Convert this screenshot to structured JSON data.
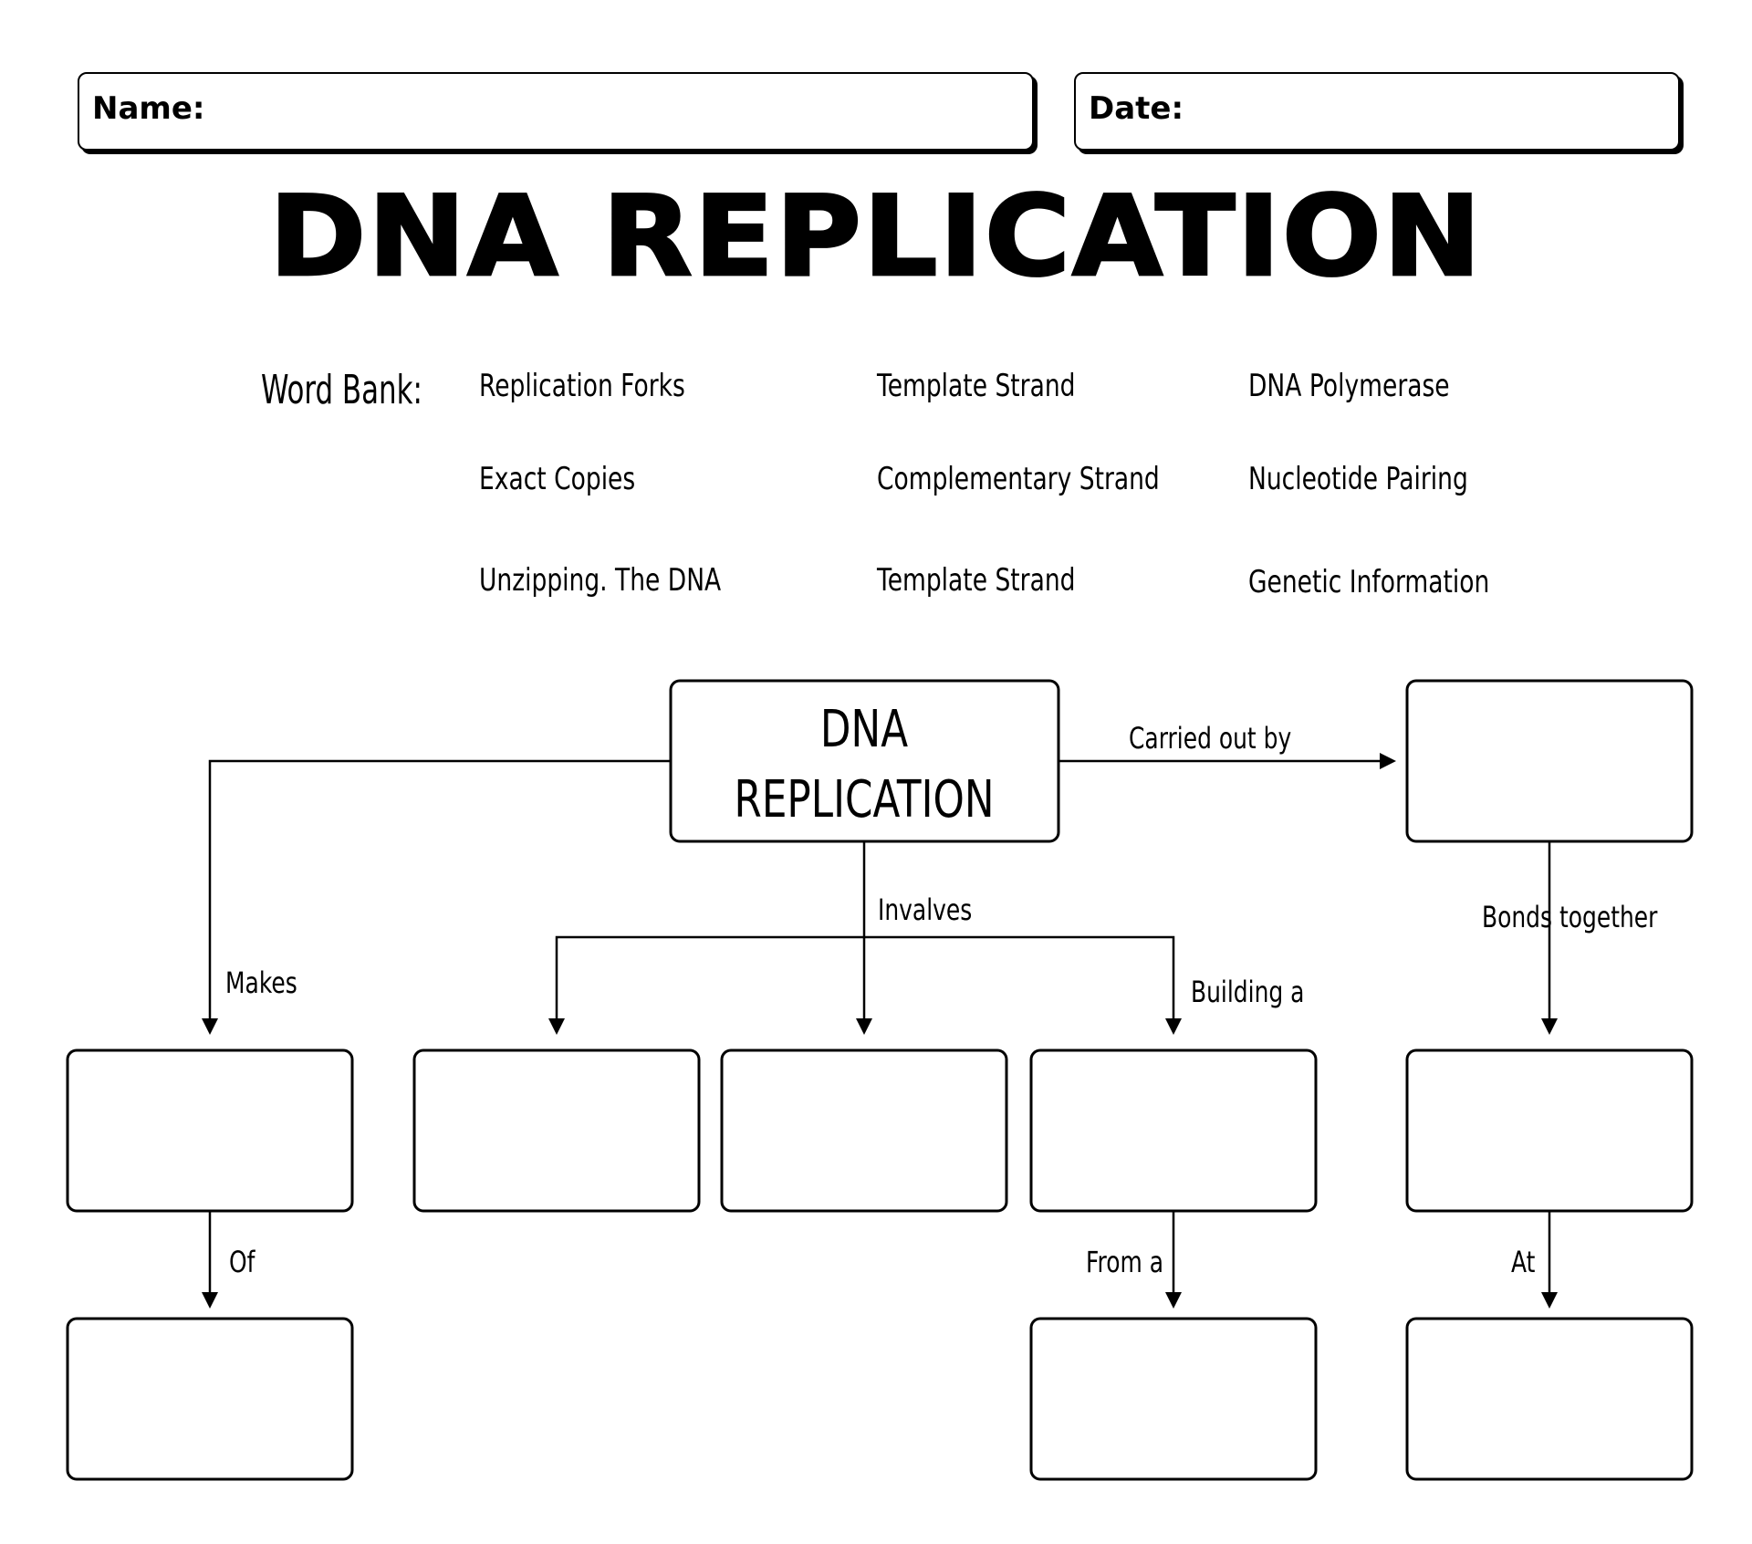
{
  "header": {
    "name_label": "Name:",
    "date_label": "Date:"
  },
  "title": "DNA REPLICATION",
  "word_bank": {
    "heading": "Word Bank:",
    "items": [
      "Replication Forks",
      "Template Strand",
      "DNA Polymerase",
      "Exact Copies",
      "Complementary Strand",
      "Nucleotide Pairing",
      "Unzipping. The DNA",
      "Template Strand",
      "Genetic Information"
    ]
  },
  "concept_map": {
    "center_line1": "DNA",
    "center_line2": "REPLICATION",
    "labels": {
      "carried_out_by": "Carried out by",
      "involves": "Invalves",
      "makes": "Makes",
      "building_a": "Building a",
      "bonds_together": "Bonds together",
      "of": "Of",
      "from_a": "From a",
      "at": "At"
    }
  }
}
